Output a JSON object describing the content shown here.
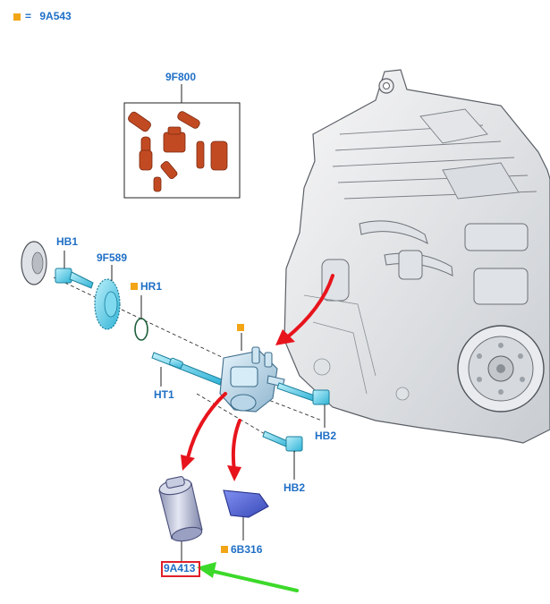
{
  "legend": {
    "equals": "=",
    "code": "9A543",
    "marker_color": "#f2a516"
  },
  "labels": {
    "kit": "9F800",
    "hb1": "HB1",
    "gear": "9F589",
    "hr1": "HR1",
    "ht1": "HT1",
    "hb2_upper": "HB2",
    "hb2_lower": "HB2",
    "cover": "6B316",
    "filter": "9A413"
  },
  "colors": {
    "label_blue": "#1f6fc6",
    "highlight_red": "#e0202a",
    "arrow_red": "#e8141c",
    "arrow_green": "#3cd92a",
    "part_cyan": "#3fc7e6",
    "seal_orange": "#c24a22"
  }
}
